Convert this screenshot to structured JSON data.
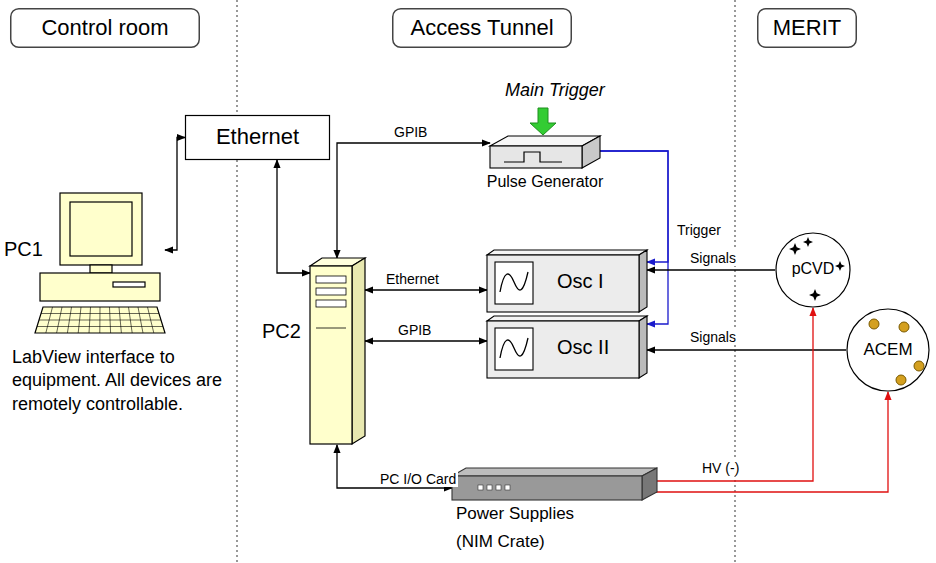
{
  "diagram": {
    "nodes": [
      {
        "text": [
          "Control room"
        ]
      },
      {
        "text": [
          "Access Tunnel"
        ]
      },
      {
        "text": [
          "MERIT"
        ]
      },
      {
        "text": [
          "Ethernet"
        ]
      },
      {
        "text": [
          "PC1"
        ]
      },
      {
        "text": [
          "PC2"
        ]
      },
      {
        "text": [
          "Pulse Generator"
        ]
      },
      {
        "text": [
          "Osc I"
        ]
      },
      {
        "text": [
          "Osc II"
        ]
      },
      {
        "text": [
          "Power Supplies",
          "(NIM Crate)"
        ]
      },
      {
        "text": [
          "pCVD"
        ]
      },
      {
        "text": [
          "ACEM"
        ]
      }
    ],
    "edges": [
      {
        "from": 4,
        "to": 3,
        "arrow": "both"
      },
      {
        "from": 3,
        "to": 5,
        "arrow": "both"
      },
      {
        "from": 5,
        "to": 6,
        "label": "GPIB",
        "arrow": "both"
      },
      {
        "from": 5,
        "to": 7,
        "label": "Ethernet",
        "arrow": "both"
      },
      {
        "from": 5,
        "to": 8,
        "label": "GPIB",
        "arrow": "both"
      },
      {
        "from": 5,
        "to": 9,
        "label": "PC I/O Card",
        "arrow": "both"
      },
      {
        "from": 6,
        "to": 7,
        "label": "Trigger",
        "arrow": "to"
      },
      {
        "from": 6,
        "to": 8,
        "arrow": "to"
      },
      {
        "from": 10,
        "to": 7,
        "label": "Signals",
        "arrow": "to"
      },
      {
        "from": 11,
        "to": 8,
        "label": "Signals",
        "arrow": "to"
      },
      {
        "from": 9,
        "to": 10,
        "label": "HV (-)",
        "arrow": "to"
      },
      {
        "from": 9,
        "to": 11,
        "arrow": "to"
      }
    ],
    "labels": [
      "Main Trigger",
      "LabView interface to equipment. All devices are remotely controllable."
    ]
  }
}
